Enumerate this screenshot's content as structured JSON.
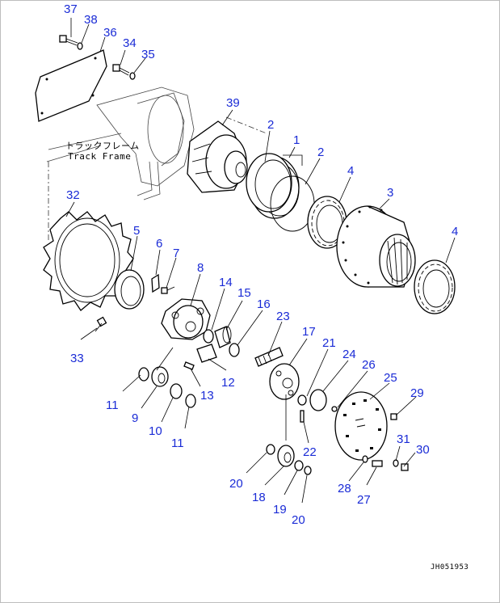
{
  "frame_label": {
    "jp": "トラックフレーム",
    "en": "Track Frame"
  },
  "drawing_code": "JH051953",
  "callouts": {
    "c1": "1",
    "c2a": "2",
    "c2b": "2",
    "c3": "3",
    "c4a": "4",
    "c4b": "4",
    "c5": "5",
    "c6": "6",
    "c7": "7",
    "c8": "8",
    "c9": "9",
    "c10": "10",
    "c11a": "11",
    "c11b": "11",
    "c12": "12",
    "c13": "13",
    "c14": "14",
    "c15": "15",
    "c16": "16",
    "c17": "17",
    "c18": "18",
    "c19": "19",
    "c20a": "20",
    "c20b": "20",
    "c21": "21",
    "c22": "22",
    "c23": "23",
    "c24": "24",
    "c25": "25",
    "c26": "26",
    "c27": "27",
    "c28": "28",
    "c29": "29",
    "c30": "30",
    "c31": "31",
    "c32": "32",
    "c33": "33",
    "c34": "34",
    "c35": "35",
    "c36": "36",
    "c37": "37",
    "c38": "38",
    "c39": "39"
  },
  "colors": {
    "callout": "#1a2bd6",
    "line": "#000000"
  }
}
